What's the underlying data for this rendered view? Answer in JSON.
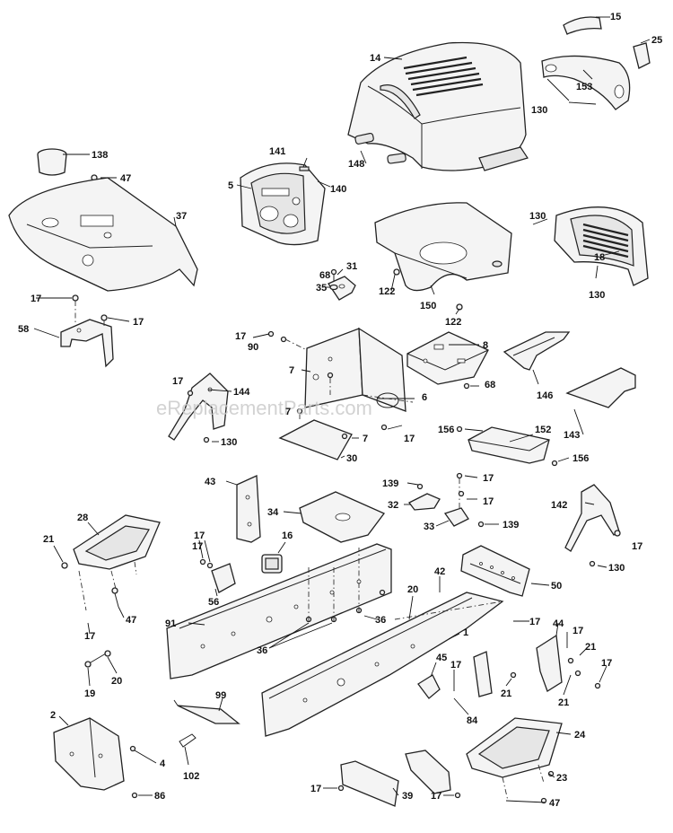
{
  "watermark": "eReplacementParts.com",
  "callouts": {
    "c15": "15",
    "c25": "25",
    "c14": "14",
    "c153": "153",
    "c130a": "130",
    "c138": "138",
    "c47a": "47",
    "c141": "141",
    "c5": "5",
    "c140": "140",
    "c148": "148",
    "c37": "37",
    "c130b": "130",
    "c18": "18",
    "c130c": "130",
    "c68a": "68",
    "c31": "31",
    "c35": "35",
    "c122a": "122",
    "c150": "150",
    "c122b": "122",
    "c17a": "17",
    "c17b": "17",
    "c58": "58",
    "c17c": "17",
    "c90": "90",
    "c8": "8",
    "c7a": "7",
    "c68b": "68",
    "c146": "146",
    "c17d": "17",
    "c144": "144",
    "c6": "6",
    "c7b": "7",
    "c17e": "17",
    "c143": "143",
    "c130d": "130",
    "c7c": "7",
    "c30": "30",
    "c156a": "156",
    "c152": "152",
    "c156b": "156",
    "c43": "43",
    "c139a": "139",
    "c17f": "17",
    "c17g": "17",
    "c32": "32",
    "c142": "142",
    "c34": "34",
    "c33": "33",
    "c139b": "139",
    "c28": "28",
    "c16": "16",
    "c17h": "17",
    "c17i": "17",
    "c21a": "21",
    "c17j": "17",
    "c42": "42",
    "c130e": "130",
    "c50": "50",
    "c56": "56",
    "c20a": "20",
    "c47b": "47",
    "c17k": "17",
    "c91": "91",
    "c36a": "36",
    "c44": "44",
    "c17l": "17",
    "c17m": "17",
    "c1": "1",
    "c21b": "21",
    "c36b": "36",
    "c20b": "20",
    "c45": "45",
    "c17n": "17",
    "c17o": "17",
    "c19": "19",
    "c21c": "21",
    "c21d": "21",
    "c99": "99",
    "c84": "84",
    "c2": "2",
    "c24": "24",
    "c4": "4",
    "c102": "102",
    "c23": "23",
    "c86": "86",
    "c17p": "17",
    "c39": "39",
    "c17q": "17",
    "c47c": "47"
  }
}
